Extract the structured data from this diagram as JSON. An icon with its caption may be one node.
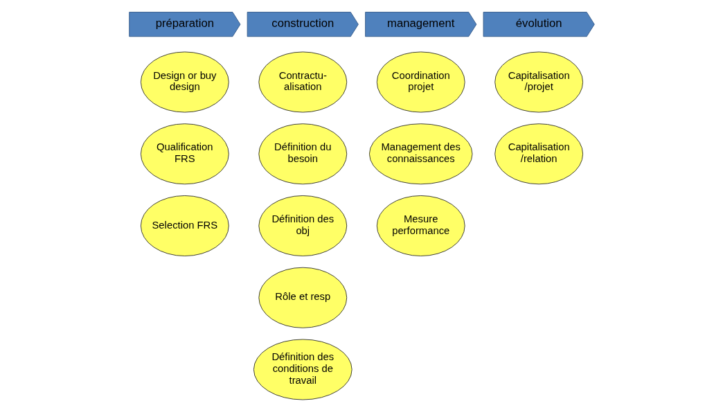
{
  "diagram": {
    "nodes": [
      {
        "text": [
          "préparation"
        ]
      },
      {
        "text": [
          "construction"
        ]
      },
      {
        "text": [
          "management"
        ]
      },
      {
        "text": [
          "évolution"
        ]
      },
      {
        "text": [
          "Design or buy design"
        ]
      },
      {
        "text": [
          "Qualification FRS"
        ]
      },
      {
        "text": [
          "Selection FRS"
        ]
      },
      {
        "text": [
          "Contractu- alisation"
        ]
      },
      {
        "text": [
          "Définition du besoin"
        ]
      },
      {
        "text": [
          "Définition des obj"
        ]
      },
      {
        "text": [
          "Rôle et resp"
        ]
      },
      {
        "text": [
          "Définition des conditions de travail"
        ]
      },
      {
        "text": [
          "Coordination projet"
        ]
      },
      {
        "text": [
          "Management des connaissances"
        ]
      },
      {
        "text": [
          "Mesure performance"
        ]
      },
      {
        "text": [
          "Capitalisation /projet"
        ]
      },
      {
        "text": [
          "Capitalisation /relation"
        ]
      }
    ],
    "edges": []
  }
}
